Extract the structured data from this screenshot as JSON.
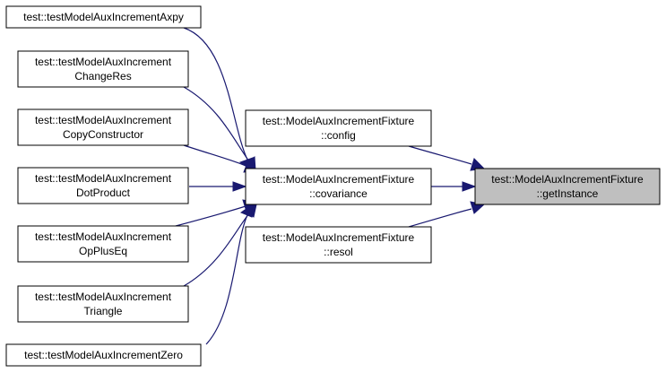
{
  "graph": {
    "focus_node": {
      "id": "getInstance",
      "lines": [
        "test::ModelAuxIncrementFixture",
        "::getInstance"
      ]
    },
    "nodes": [
      {
        "id": "axpy",
        "lines": [
          "test::testModelAuxIncrementAxpy"
        ]
      },
      {
        "id": "changeres",
        "lines": [
          "test::testModelAuxIncrement",
          "ChangeRes"
        ]
      },
      {
        "id": "copyctor",
        "lines": [
          "test::testModelAuxIncrement",
          "CopyConstructor"
        ]
      },
      {
        "id": "dotproduct",
        "lines": [
          "test::testModelAuxIncrement",
          "DotProduct"
        ]
      },
      {
        "id": "opplus",
        "lines": [
          "test::testModelAuxIncrement",
          "OpPlusEq"
        ]
      },
      {
        "id": "triangle",
        "lines": [
          "test::testModelAuxIncrement",
          "Triangle"
        ]
      },
      {
        "id": "zero",
        "lines": [
          "test::testModelAuxIncrementZero"
        ]
      },
      {
        "id": "config",
        "lines": [
          "test::ModelAuxIncrementFixture",
          "::config"
        ]
      },
      {
        "id": "covariance",
        "lines": [
          "test::ModelAuxIncrementFixture",
          "::covariance"
        ]
      },
      {
        "id": "resol",
        "lines": [
          "test::ModelAuxIncrementFixture",
          "::resol"
        ]
      }
    ],
    "edges": [
      {
        "from": "axpy",
        "to": "covariance"
      },
      {
        "from": "changeres",
        "to": "covariance"
      },
      {
        "from": "copyctor",
        "to": "covariance"
      },
      {
        "from": "dotproduct",
        "to": "covariance"
      },
      {
        "from": "opplus",
        "to": "covariance"
      },
      {
        "from": "triangle",
        "to": "covariance"
      },
      {
        "from": "zero",
        "to": "covariance"
      },
      {
        "from": "config",
        "to": "getInstance"
      },
      {
        "from": "covariance",
        "to": "getInstance"
      },
      {
        "from": "resol",
        "to": "getInstance"
      }
    ],
    "colors": {
      "edge": "#191970",
      "node_border": "#000000",
      "node_fill": "#ffffff",
      "focus_fill": "#bfbfbf"
    }
  }
}
